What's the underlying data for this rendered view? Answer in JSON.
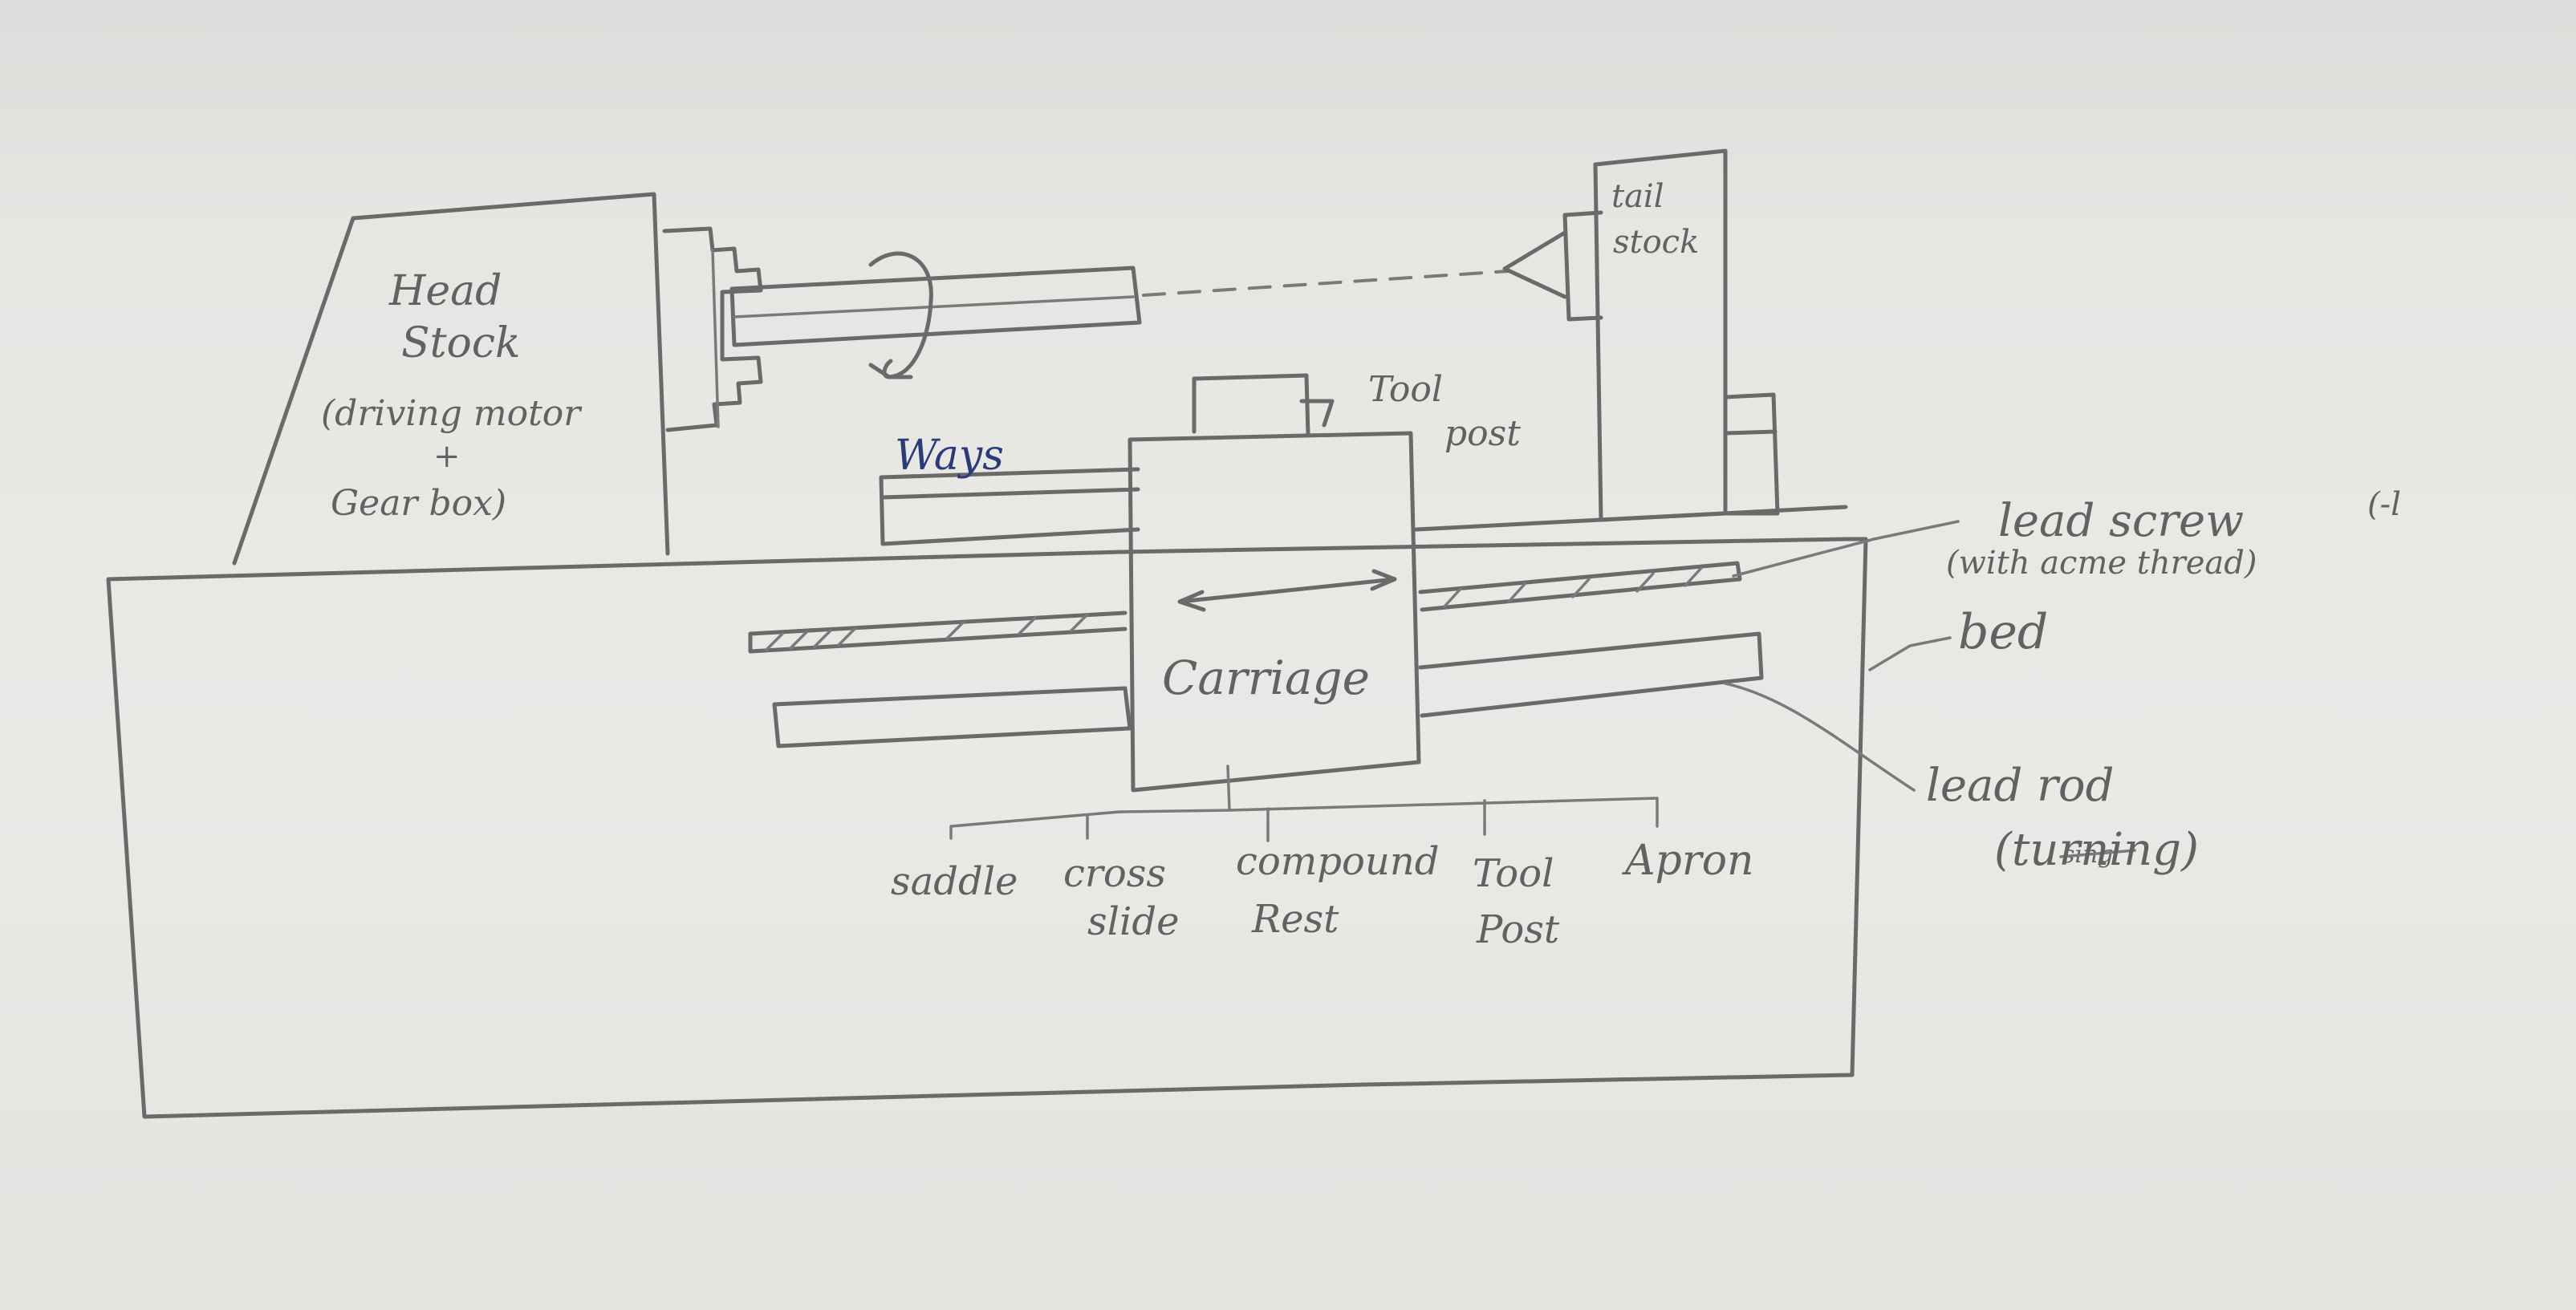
{
  "labels": {
    "headstock_line1": "Head",
    "headstock_line2": "Stock",
    "headstock_line3": "(driving motor",
    "headstock_line4": "+",
    "headstock_line5": "Gear box)",
    "tailstock_line1": "tail",
    "tailstock_line2": "stock",
    "toolpost_top_line1": "Tool",
    "toolpost_top_line2": "post",
    "ways": "Ways",
    "carriage": "Carriage",
    "lead_screw_line1": "lead screw",
    "lead_screw_line2": "(with acme thread)",
    "lead_screw_extra": "(-l",
    "bed": "bed",
    "lead_rod_line1": "lead rod",
    "lead_rod_line2": "(turning)",
    "lead_rod_strike": "sing",
    "part_saddle": "saddle",
    "part_cross_line1": "cross",
    "part_cross_line2": "slide",
    "part_compound_line1": "compound",
    "part_compound_line2": "Rest",
    "part_toolpost_line1": "Tool",
    "part_toolpost_line2": "Post",
    "part_apron": "Apron"
  }
}
